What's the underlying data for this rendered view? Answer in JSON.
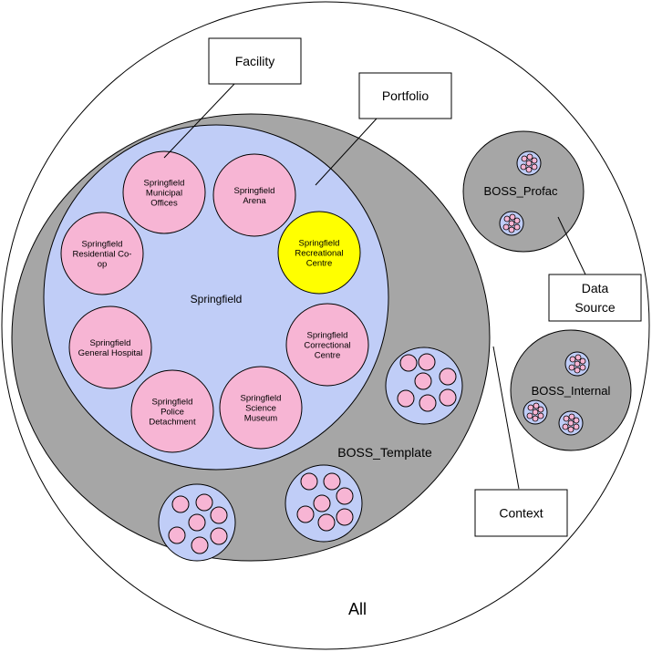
{
  "colors": {
    "background": "#ffffff",
    "outline": "#000000",
    "context_fill": "#a6a6a6",
    "portfolio_fill": "#c0cdf7",
    "facility_fill": "#f7b5d4",
    "highlight_fill": "#ffff00",
    "callout_fill": "#ffffff"
  },
  "diagram": {
    "all_label": "All",
    "context_label": "BOSS_Template",
    "portfolio_label": "Springfield",
    "facilities": [
      {
        "lines": [
          "Springfield",
          "Municipal",
          "Offices"
        ],
        "highlight": false
      },
      {
        "lines": [
          "Springfield",
          "Arena"
        ],
        "highlight": false
      },
      {
        "lines": [
          "Springfield",
          "Residential Co-",
          "op"
        ],
        "highlight": false
      },
      {
        "lines": [
          "Springfield",
          "Recreational",
          "Centre"
        ],
        "highlight": true
      },
      {
        "lines": [
          "Springfield",
          "General Hospital"
        ],
        "highlight": false
      },
      {
        "lines": [
          "Springfield",
          "Correctional",
          "Centre"
        ],
        "highlight": false
      },
      {
        "lines": [
          "Springfield",
          "Police",
          "Detachment"
        ],
        "highlight": false
      },
      {
        "lines": [
          "Springfield",
          "Science",
          "Museum"
        ],
        "highlight": false
      }
    ],
    "data_sources": [
      {
        "label": "BOSS_Profac"
      },
      {
        "label": "BOSS_Internal"
      }
    ],
    "callouts": [
      {
        "lines": [
          "Facility"
        ]
      },
      {
        "lines": [
          "Portfolio"
        ]
      },
      {
        "lines": [
          "Data",
          "Source"
        ]
      },
      {
        "lines": [
          "Context"
        ]
      }
    ]
  }
}
